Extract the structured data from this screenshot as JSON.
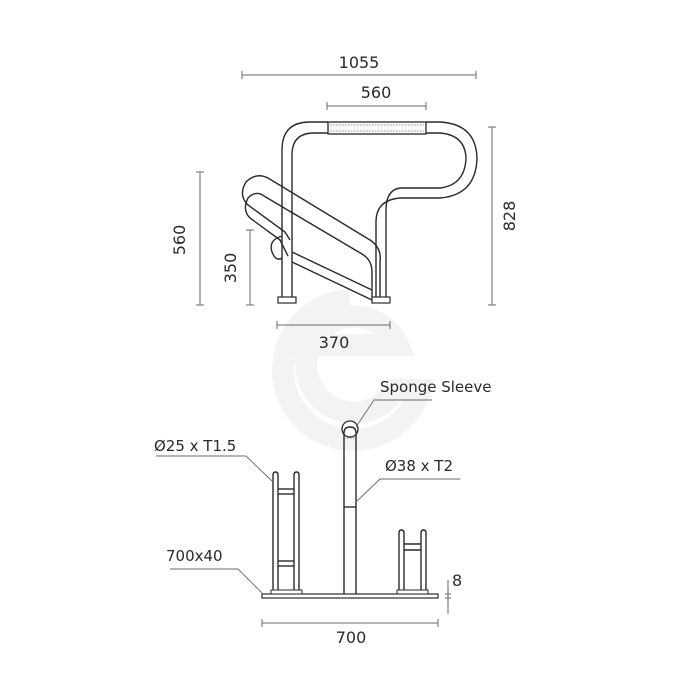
{
  "drawing": {
    "top_view": {
      "dimensions": {
        "overall_width": "1055",
        "sleeve_length": "560",
        "overall_height": "828",
        "side_height": "560",
        "low_rail_height": "350",
        "foot_spacing": "370"
      }
    },
    "front_view": {
      "labels": {
        "sponge_sleeve": "Sponge Sleeve",
        "small_tube": "Ø25 x T1.5",
        "large_tube": "Ø38 x T2",
        "base_plate": "700x40"
      },
      "dimensions": {
        "plate_thickness": "8",
        "plate_width": "700"
      }
    },
    "colors": {
      "line": "#2a2a2a",
      "dimension_line": "#6a6a6a",
      "watermark": "#f3f3f3",
      "background": "#ffffff"
    }
  }
}
